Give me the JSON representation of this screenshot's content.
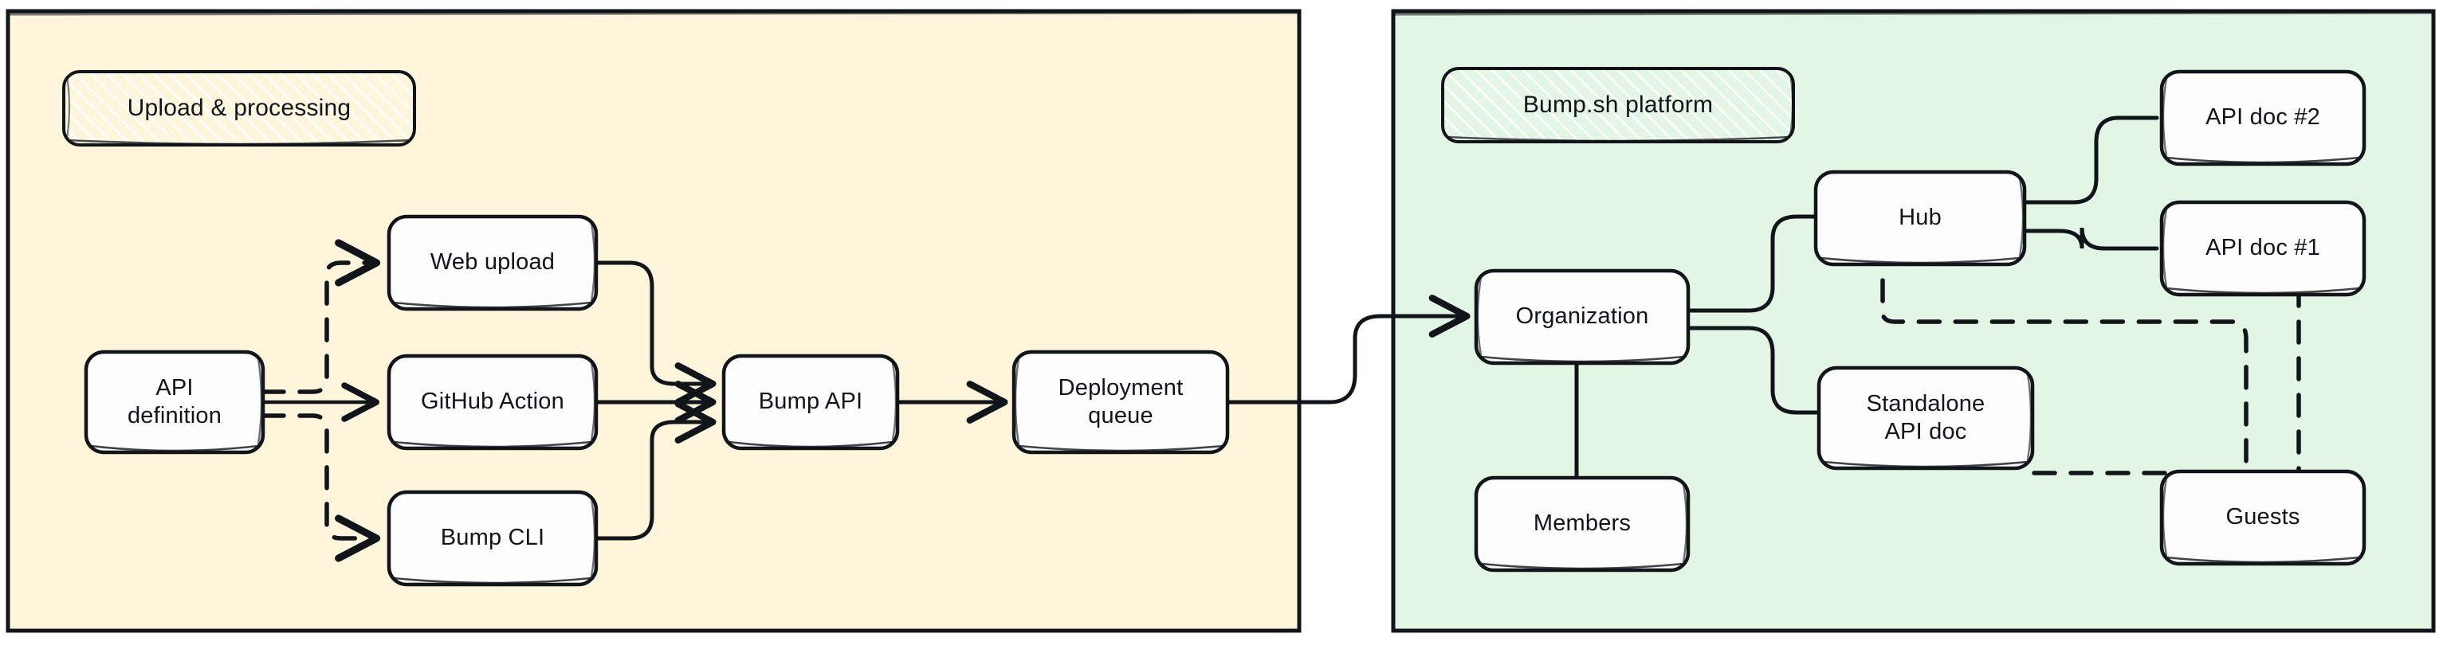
{
  "diagram": {
    "type": "flowchart",
    "orientation": "left-to-right",
    "style": "hand-drawn-sketch",
    "colors": {
      "upload_panel_fill": "#fdf6dd",
      "platform_panel_fill": "#e3f5e5",
      "panel_stroke": "#111418",
      "node_fill": "#fdfdfd",
      "node_stroke": "#111418",
      "edge_stroke": "#111418",
      "page_background": "#ffffff",
      "hatch_stroke": "#ffffff"
    },
    "panels": [
      {
        "id": "upload",
        "label": "Upload & processing"
      },
      {
        "id": "platform",
        "label": "Bump.sh platform"
      }
    ],
    "nodes": [
      {
        "id": "api-definition",
        "label": "API\ndefinition",
        "panel": "upload"
      },
      {
        "id": "web-upload",
        "label": "Web upload",
        "panel": "upload"
      },
      {
        "id": "github-action",
        "label": "GitHub Action",
        "panel": "upload"
      },
      {
        "id": "bump-cli",
        "label": "Bump CLI",
        "panel": "upload"
      },
      {
        "id": "bump-api",
        "label": "Bump API",
        "panel": "upload"
      },
      {
        "id": "deployment-queue",
        "label": "Deployment\nqueue",
        "panel": "upload"
      },
      {
        "id": "organization",
        "label": "Organization",
        "panel": "platform"
      },
      {
        "id": "members",
        "label": "Members",
        "panel": "platform"
      },
      {
        "id": "hub",
        "label": "Hub",
        "panel": "platform"
      },
      {
        "id": "standalone-api-doc",
        "label": "Standalone\nAPI doc",
        "panel": "platform"
      },
      {
        "id": "api-doc-1",
        "label": "API doc #1",
        "panel": "platform"
      },
      {
        "id": "api-doc-2",
        "label": "API doc #2",
        "panel": "platform"
      },
      {
        "id": "guests",
        "label": "Guests",
        "panel": "platform"
      }
    ],
    "edges": [
      {
        "from": "api-definition",
        "to": "web-upload",
        "style": "dashed",
        "arrow": true
      },
      {
        "from": "api-definition",
        "to": "github-action",
        "style": "solid",
        "arrow": true
      },
      {
        "from": "api-definition",
        "to": "bump-cli",
        "style": "dashed",
        "arrow": true
      },
      {
        "from": "web-upload",
        "to": "bump-api",
        "style": "solid",
        "arrow": true
      },
      {
        "from": "github-action",
        "to": "bump-api",
        "style": "solid",
        "arrow": true
      },
      {
        "from": "bump-cli",
        "to": "bump-api",
        "style": "solid",
        "arrow": true
      },
      {
        "from": "bump-api",
        "to": "deployment-queue",
        "style": "solid",
        "arrow": true
      },
      {
        "from": "deployment-queue",
        "to": "organization",
        "style": "solid",
        "arrow": true
      },
      {
        "from": "organization",
        "to": "hub",
        "style": "solid",
        "arrow": false
      },
      {
        "from": "organization",
        "to": "standalone-api-doc",
        "style": "solid",
        "arrow": false
      },
      {
        "from": "organization",
        "to": "members",
        "style": "solid",
        "arrow": false
      },
      {
        "from": "hub",
        "to": "api-doc-2",
        "style": "solid",
        "arrow": false
      },
      {
        "from": "hub",
        "to": "api-doc-1",
        "style": "solid",
        "arrow": false
      },
      {
        "from": "hub",
        "to": "guests",
        "style": "dashed",
        "arrow": false
      },
      {
        "from": "standalone-api-doc",
        "to": "guests",
        "style": "dashed",
        "arrow": false
      },
      {
        "from": "api-doc-1",
        "to": "guests",
        "style": "dashed",
        "arrow": false
      }
    ]
  }
}
